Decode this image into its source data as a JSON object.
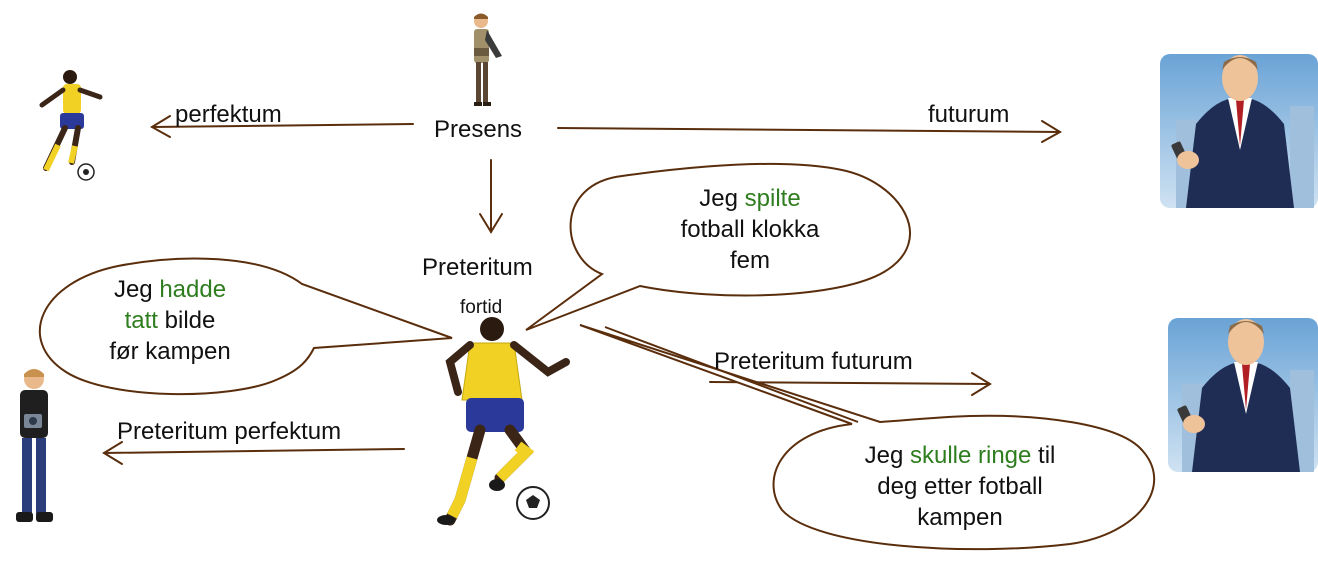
{
  "colors": {
    "arrow": "#5a2e0c",
    "highlight": "#2e7d1e",
    "text": "#111111"
  },
  "labels": {
    "presens": "Presens",
    "perfektum": "perfektum",
    "futurum": "futurum",
    "preteritum": "Preteritum",
    "fortid": "fortid",
    "preteritum_futurum": "Preteritum futurum",
    "preteritum_perfektum": "Preteritum perfektum"
  },
  "bubbles": {
    "spilte": {
      "line1_pre": "Jeg ",
      "line1_hl": "spilte",
      "line2": "fotball klokka",
      "line3": "fem"
    },
    "hadde": {
      "line1_pre": "Jeg ",
      "line1_hl": "hadde",
      "line2_hl": "tatt",
      "line2_post": " bilde",
      "line3": "før kampen"
    },
    "skulle": {
      "line1_pre": "Jeg ",
      "line1_hl": "skulle ringe",
      "line1_post": " til",
      "line2": "deg etter fotball",
      "line3": "kampen"
    }
  },
  "icons": [
    "businessman-icon",
    "footballer-small-icon",
    "footballer-large-icon",
    "photographer-icon",
    "businessman-phone-top-icon",
    "businessman-phone-bottom-icon"
  ]
}
